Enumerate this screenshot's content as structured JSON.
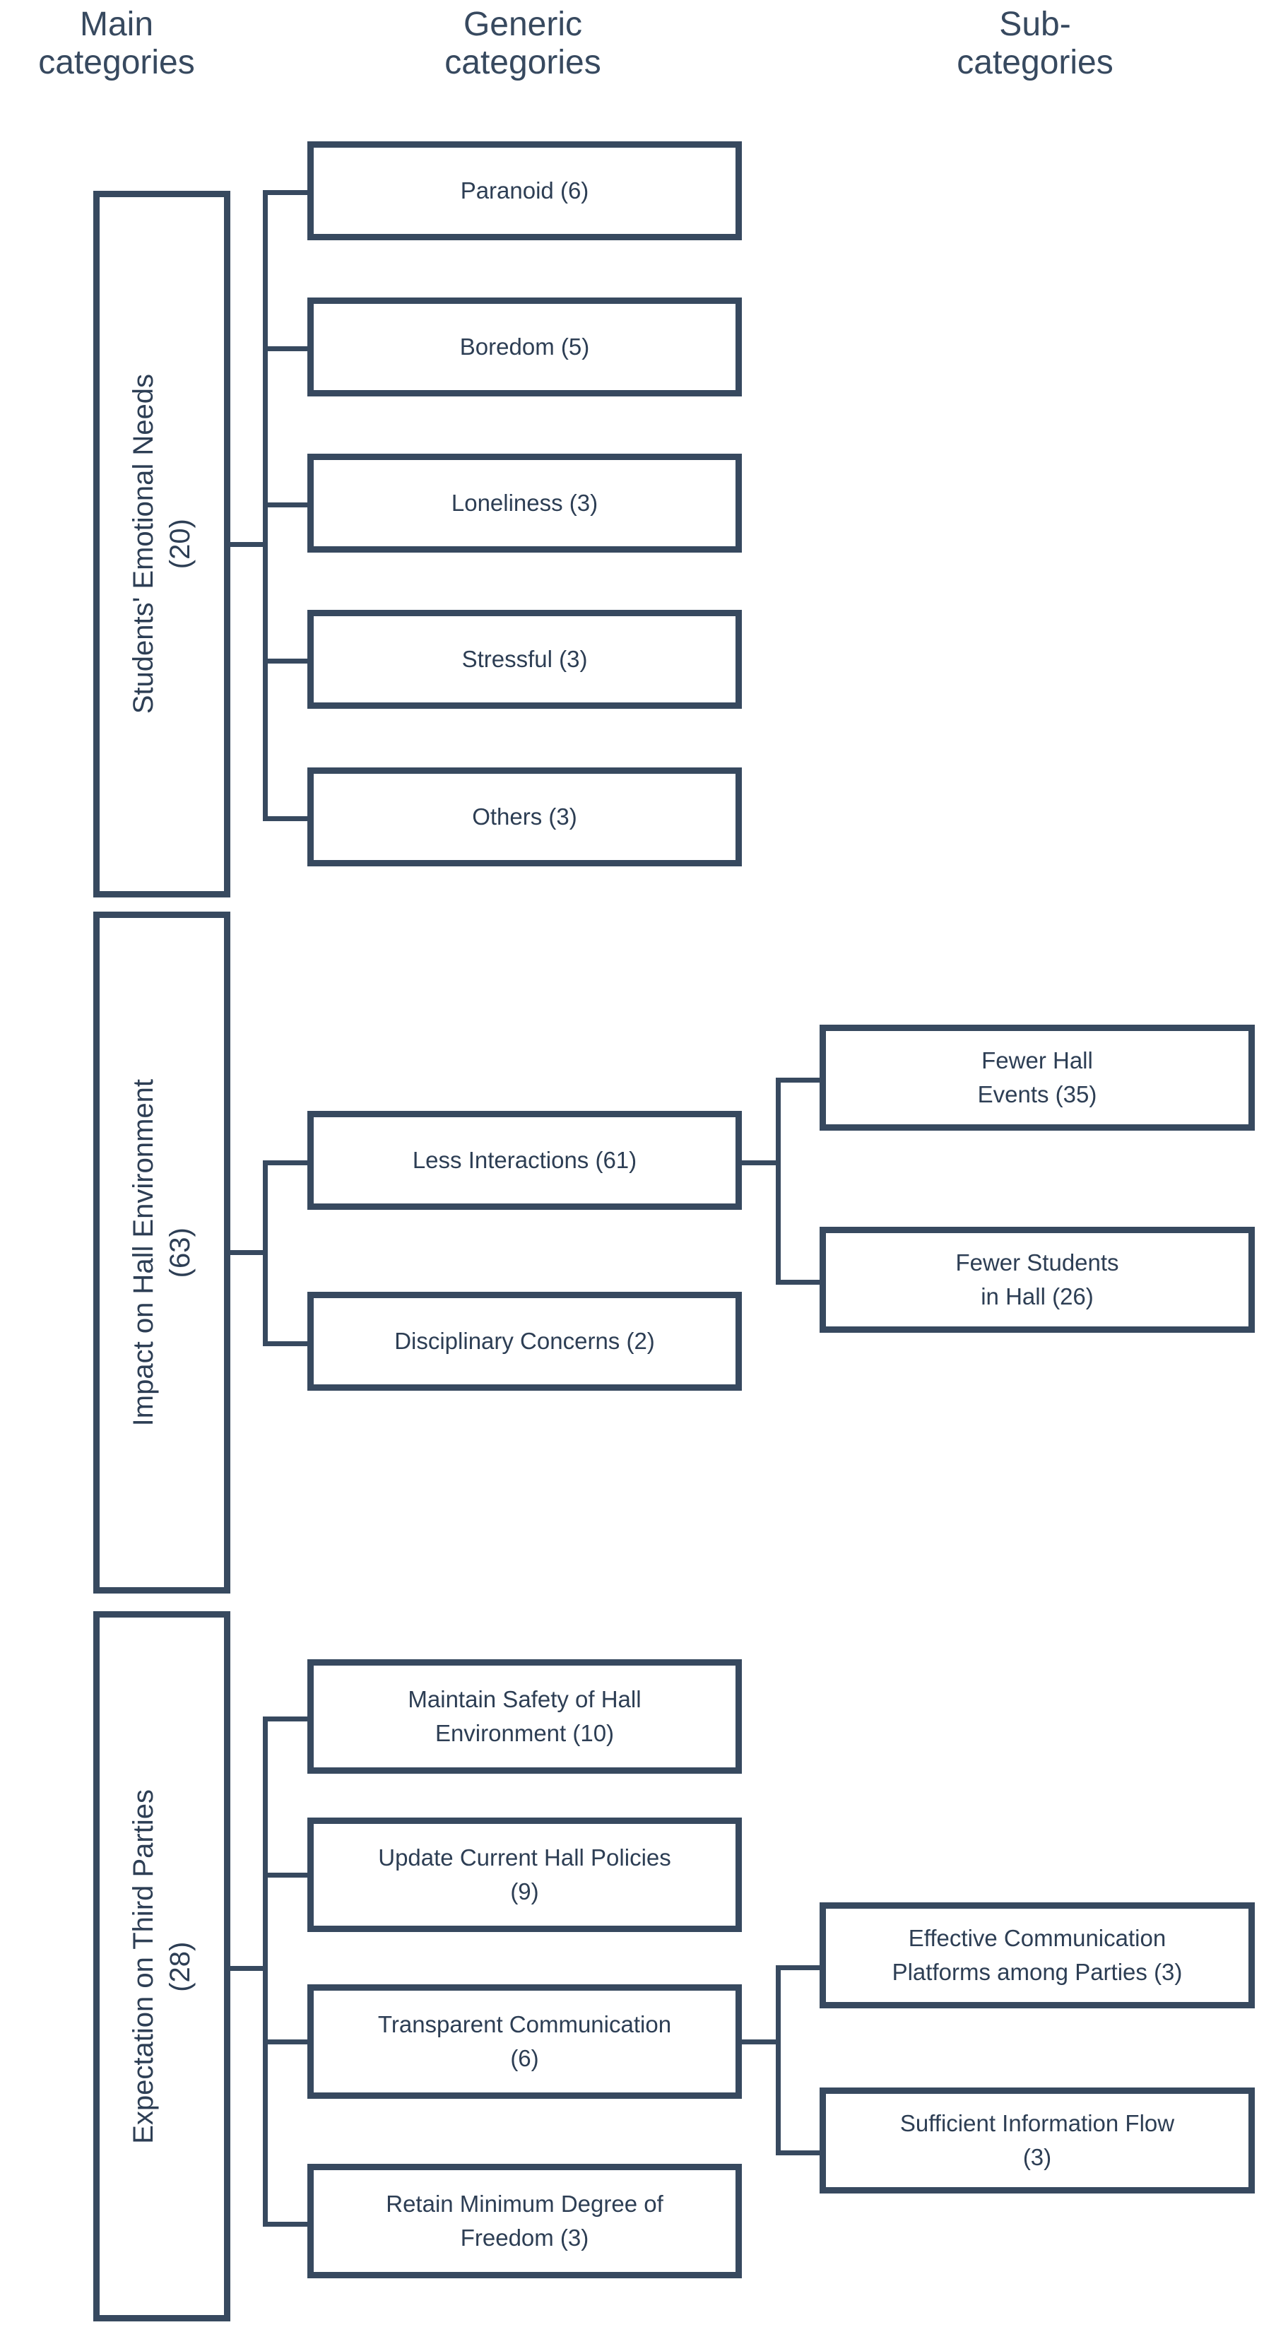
{
  "headers": {
    "main": "Main\ncategories",
    "generic": "Generic\ncategories",
    "sub": "Sub-\ncategories"
  },
  "colors": {
    "line": "#37495f",
    "text": "#2d3e54",
    "background": "#ffffff"
  },
  "chart_data": {
    "type": "diagram",
    "title": "Thematic category hierarchy",
    "columns": [
      "Main categories",
      "Generic categories",
      "Sub-categories"
    ],
    "nodes": [
      {
        "main": "Students' Emotional Needs\n(20)",
        "main_label": "Students' Emotional Needs",
        "main_count": 20,
        "generic": [
          {
            "label": "Paranoid (6)",
            "count": 6,
            "sub": []
          },
          {
            "label": "Boredom (5)",
            "count": 5,
            "sub": []
          },
          {
            "label": "Loneliness (3)",
            "count": 3,
            "sub": []
          },
          {
            "label": "Stressful (3)",
            "count": 3,
            "sub": []
          },
          {
            "label": "Others (3)",
            "count": 3,
            "sub": []
          }
        ]
      },
      {
        "main": "Impact on Hall Environment\n(63)",
        "main_label": "Impact on Hall Environment",
        "main_count": 63,
        "generic": [
          {
            "label": "Less Interactions (61)",
            "count": 61,
            "sub": [
              {
                "label": "Fewer Hall\nEvents (35)",
                "count": 35
              },
              {
                "label": "Fewer Students\nin Hall (26)",
                "count": 26
              }
            ]
          },
          {
            "label": "Disciplinary Concerns (2)",
            "count": 2,
            "sub": []
          }
        ]
      },
      {
        "main": "Expectation on Third Parties\n(28)",
        "main_label": "Expectation on Third Parties",
        "main_count": 28,
        "generic": [
          {
            "label": "Maintain Safety of Hall\nEnvironment (10)",
            "count": 10,
            "sub": []
          },
          {
            "label": "Update Current Hall Policies\n(9)",
            "count": 9,
            "sub": []
          },
          {
            "label": "Transparent Communication\n(6)",
            "count": 6,
            "sub": [
              {
                "label": "Effective Communication\nPlatforms among Parties (3)",
                "count": 3
              },
              {
                "label": "Sufficient Information Flow\n(3)",
                "count": 3
              }
            ]
          },
          {
            "label": "Retain Minimum Degree of\nFreedom (3)",
            "count": 3,
            "sub": []
          }
        ]
      }
    ]
  }
}
